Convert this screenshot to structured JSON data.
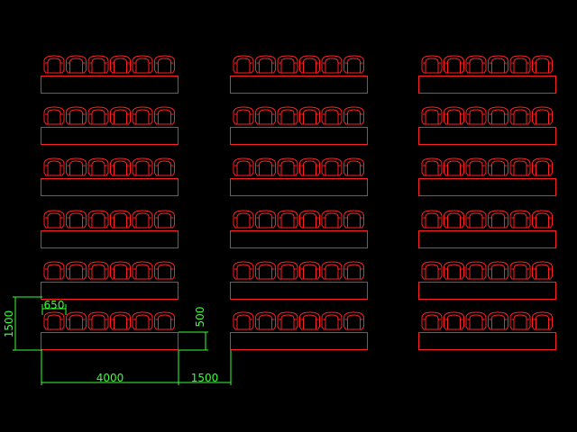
{
  "colors": {
    "background": "#000000",
    "seats": "#ff2020",
    "dimensions": "#33ff33"
  },
  "layout_plan": {
    "blocks": 3,
    "rows_per_block": 6,
    "seats_per_row": 6
  },
  "dimensions": {
    "seat_width": "650",
    "row_depth": "1500",
    "desk_depth": "500",
    "desk_length": "4000",
    "aisle_width": "1500"
  }
}
